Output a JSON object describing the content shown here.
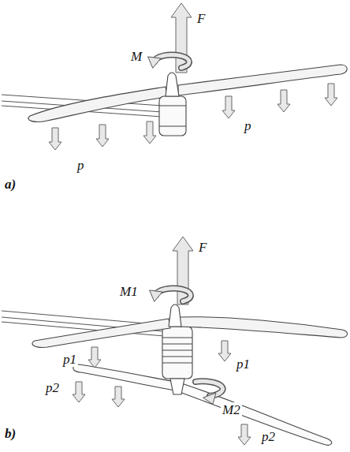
{
  "diagram": {
    "labels": [
      "a)",
      "F",
      "M",
      "p",
      "p",
      "b)",
      "F",
      "M1",
      "M2",
      "p1",
      "p1",
      "p2",
      "p2"
    ]
  }
}
